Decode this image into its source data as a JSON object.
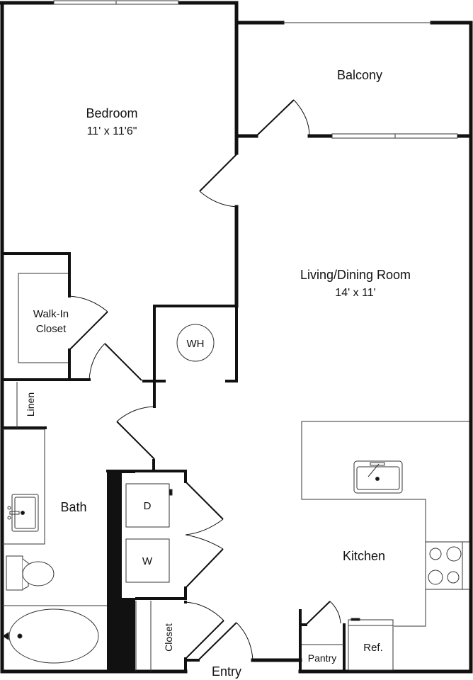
{
  "diagram": {
    "type": "floor-plan",
    "colors": {
      "wall": "#111111",
      "line": "#222222",
      "background": "#ffffff",
      "window": "#ffffff"
    },
    "rooms": [
      {
        "id": "bedroom",
        "name": "Bedroom",
        "dimensions": "11' x 11'6\""
      },
      {
        "id": "balcony",
        "name": "Balcony",
        "dimensions": ""
      },
      {
        "id": "living",
        "name": "Living/Dining Room",
        "dimensions": "14' x 11'"
      },
      {
        "id": "walkin",
        "name": "Walk-In",
        "name2": "Closet"
      },
      {
        "id": "linen",
        "name": "Linen"
      },
      {
        "id": "bath",
        "name": "Bath"
      },
      {
        "id": "kitchen",
        "name": "Kitchen"
      },
      {
        "id": "closet",
        "name": "Closet"
      },
      {
        "id": "entry",
        "name": "Entry"
      },
      {
        "id": "pantry",
        "name": "Pantry"
      }
    ],
    "fixtures": {
      "water_heater": "WH",
      "dryer": "D",
      "washer": "W",
      "refrigerator": "Ref."
    }
  }
}
